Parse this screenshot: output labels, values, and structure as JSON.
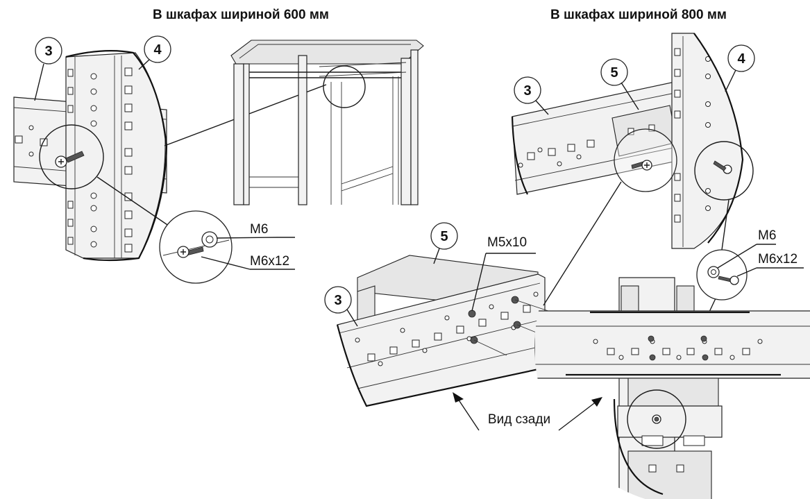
{
  "titles": {
    "left": "В шкафах шириной 600 мм",
    "right": "В шкафах шириной 800 мм"
  },
  "callouts": {
    "n3": "3",
    "n4": "4",
    "n5": "5"
  },
  "labels": {
    "m6": "M6",
    "m6x12": "M6x12",
    "m5x10": "M5x10",
    "rear_view": "Вид сзади"
  }
}
